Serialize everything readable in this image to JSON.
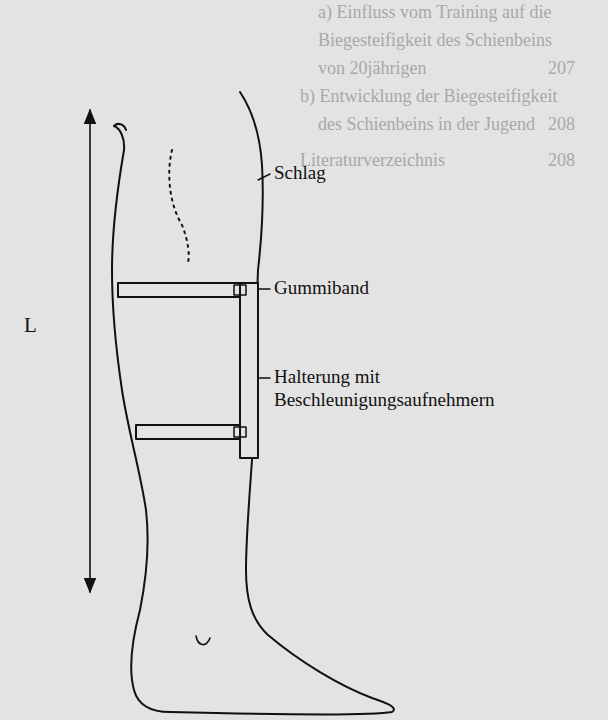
{
  "diagram": {
    "labels": [
      "a) Einfluss vom Training auf die",
      "Biegesteifigkeit des Schienbeins",
      "von 20jährigen",
      "207",
      "b) Entwicklung der Biegesteifigkeit",
      "des Schienbeins in der Jugend",
      "208",
      "Literaturverzeichnis",
      "208",
      "Schlag",
      "Gummiband",
      "Halterung mit Beschleunigungsaufnehmern",
      "L"
    ]
  }
}
